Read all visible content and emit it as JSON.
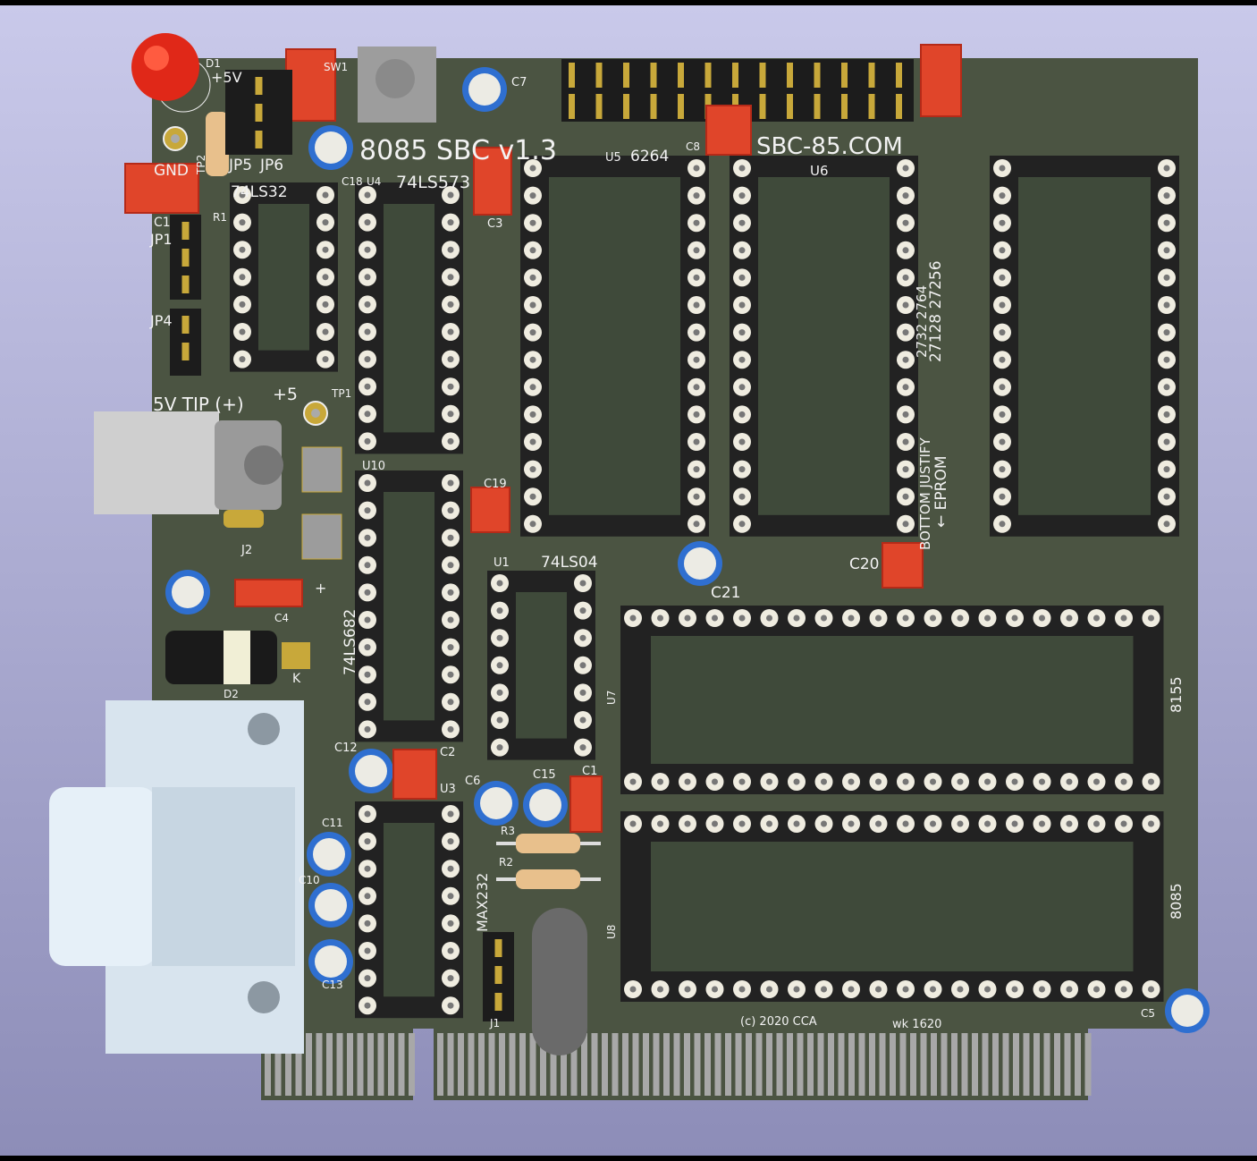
{
  "colors": {
    "background_top": "#c9c9ea",
    "background_bottom": "#8d8db8",
    "board": "#4b5442",
    "silkscreen": "#f2f2f2",
    "socket": "#222222",
    "ceramic_cap": "#e0452a",
    "electrolytic_cap": "#2f6fd0",
    "gold": "#c8a83a"
  },
  "board": {
    "title": "8085 SBC v1.3",
    "website": "SBC-85.COM",
    "copyright": "(c) 2020 CCA",
    "date_code": "wk 1620"
  },
  "labels": {
    "u5": "U5",
    "u5_part": "6264",
    "u6": "U6",
    "c8": "C8",
    "eprom_sizes_1": "2732  2764",
    "eprom_sizes_2": "27128  27256",
    "bottom_justify": "BOTTOM JUSTIFY",
    "eprom_arrow": "← EPROM",
    "c20": "C20",
    "c21": "C21",
    "u1": "U1",
    "u1_part": "74LS04",
    "c19": "C19",
    "u10": "U10",
    "u10_part": "74LS682",
    "u4": "U4",
    "u4_part": "74LS573",
    "c18": "C18",
    "u2_part": "74LS32",
    "jp5": "JP5",
    "jp6": "JP6",
    "d1": "D1",
    "plus5v": "+5V",
    "sw1": "SW1",
    "c7": "C7",
    "c3": "C3",
    "gnd": "GND",
    "tp2": "TP2",
    "r1": "R1",
    "jp1": "JP1",
    "jp4": "JP4",
    "c1_left": "C1",
    "tip": "5V TIP (+)",
    "plus5": "+5",
    "tp1": "TP1",
    "j2": "J2",
    "c4": "C4",
    "plus": "+",
    "k": "K",
    "d2": "D2",
    "c12": "C12",
    "c2": "C2",
    "u3": "U3",
    "c6": "C6",
    "c15": "C15",
    "c1": "C1",
    "r3": "R3",
    "r2": "R2",
    "u3_part": "MAX232",
    "j1": "J1",
    "u8": "U8",
    "u7": "U7",
    "u7_part": "8155",
    "u8_part": "8085",
    "c11": "C11",
    "c10": "C10",
    "c13": "C13",
    "c5": "C5"
  }
}
